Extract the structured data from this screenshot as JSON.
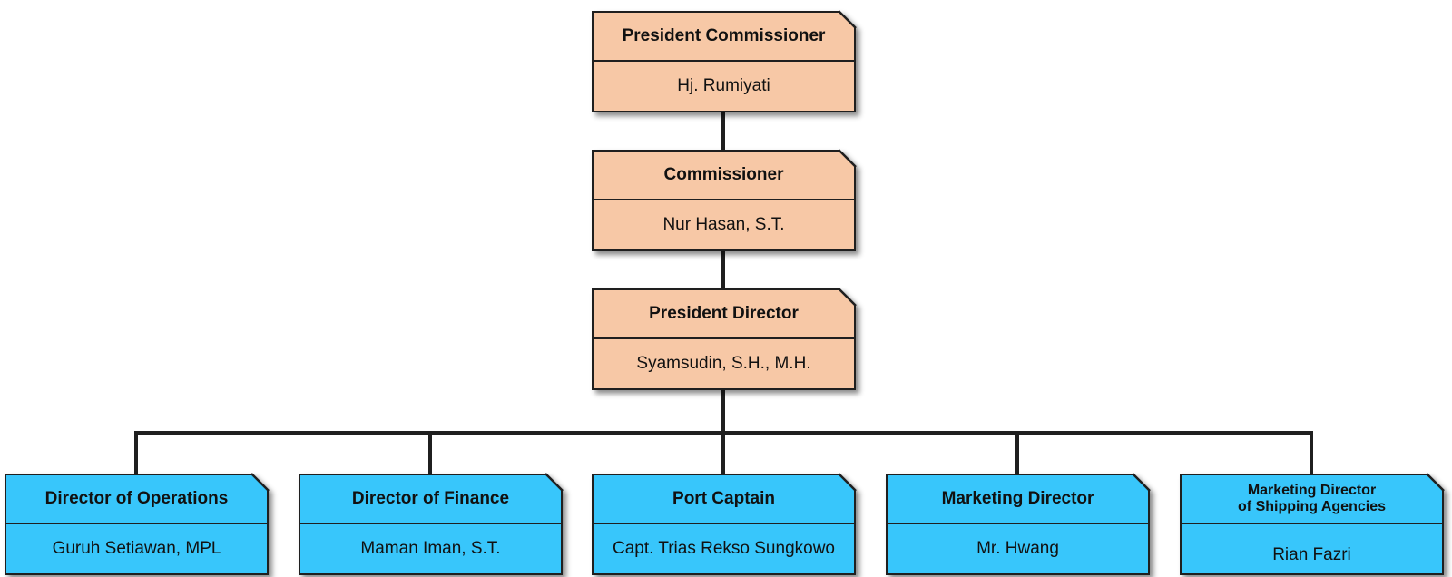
{
  "org_chart": {
    "president_commissioner": {
      "title": "President Commissioner",
      "name": "Hj. Rumiyati"
    },
    "commissioner": {
      "title": "Commissioner",
      "name": "Nur Hasan, S.T."
    },
    "president_director": {
      "title": "President Director",
      "name": "Syamsudin, S.H., M.H."
    },
    "directors": [
      {
        "title": "Director of Operations",
        "name": "Guruh Setiawan, MPL"
      },
      {
        "title": "Director of Finance",
        "name": "Maman Iman, S.T."
      },
      {
        "title": "Port Captain",
        "name": "Capt. Trias Rekso Sungkowo"
      },
      {
        "title": "Marketing Director",
        "name": "Mr. Hwang"
      },
      {
        "title": "Marketing Director\nof Shipping Agencies",
        "name": "Rian Fazri"
      }
    ]
  },
  "colors": {
    "executive_fill": "#f7c8a6",
    "director_fill": "#38c6fb",
    "line": "#1f1f1f"
  }
}
